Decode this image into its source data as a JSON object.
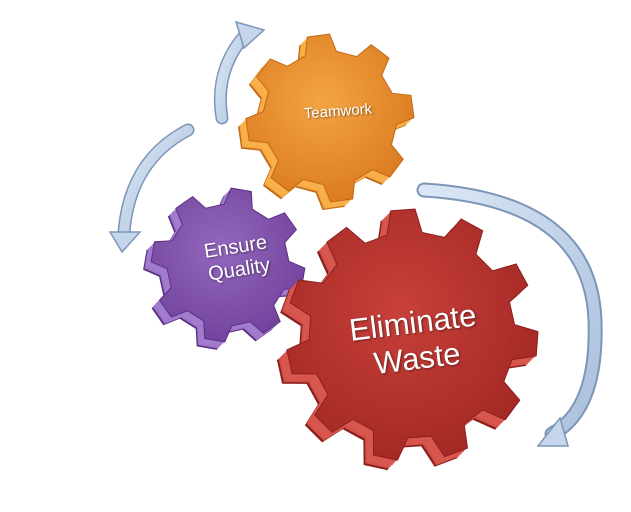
{
  "diagram": {
    "gears": [
      {
        "id": "teamwork",
        "lines": [
          "Teamwork"
        ],
        "color": "#e3862a",
        "side": "#c26812",
        "light": "#f8b04a"
      },
      {
        "id": "ensure-quality",
        "lines": [
          "Ensure",
          "Quality"
        ],
        "color": "#7f4fa8",
        "side": "#5b2f86",
        "light": "#a27ccc"
      },
      {
        "id": "eliminate-waste",
        "lines": [
          "Eliminate",
          "Waste"
        ],
        "color": "#b5332f",
        "side": "#8c1f1c",
        "light": "#d7564f"
      }
    ],
    "arrows": [
      {
        "id": "arrow-quality-to-teamwork",
        "from": "Ensure Quality",
        "to": "Teamwork"
      },
      {
        "id": "arrow-to-quality",
        "from": "",
        "to": "Ensure Quality"
      },
      {
        "id": "arrow-around-waste",
        "from": "Teamwork",
        "to": "Eliminate Waste"
      }
    ],
    "arrow_color": "#b8cce4",
    "arrow_edge": "#7d96b8"
  }
}
